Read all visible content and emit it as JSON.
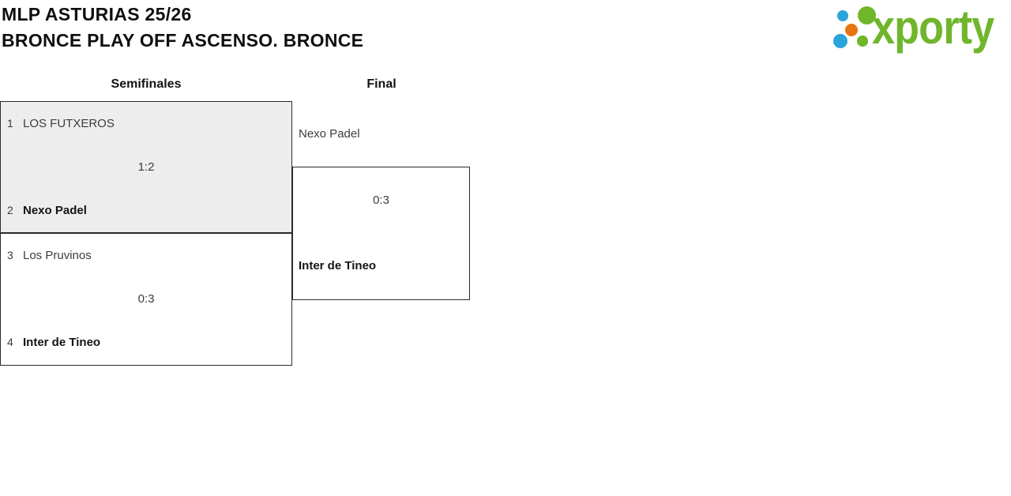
{
  "title": {
    "line1": "MLP ASTURIAS 25/26",
    "line2": "BRONCE PLAY OFF ASCENSO. BRONCE"
  },
  "logo": {
    "wordmark": "xporty",
    "colors": {
      "green": "#70b62c",
      "blue": "#2aa4db",
      "orange": "#e87511"
    }
  },
  "bracket": {
    "rounds": [
      {
        "label": "Semifinales"
      },
      {
        "label": "Final"
      }
    ],
    "matches": {
      "semi1": {
        "team1_seed": "1",
        "team1": "LOS FUTXEROS",
        "score": "1:2",
        "team2_seed": "2",
        "team2": "Nexo Padel",
        "winner": "Nexo Padel"
      },
      "semi2": {
        "team1_seed": "3",
        "team1": "Los Pruvinos",
        "score": "0:3",
        "team2_seed": "4",
        "team2": "Inter de Tineo",
        "winner": "Inter de Tineo"
      },
      "final": {
        "team1": "Nexo Padel",
        "score": "0:3",
        "team2": "Inter de Tineo",
        "winner": "Inter de Tineo"
      }
    },
    "styles": {
      "highlight_bg": "#ededed",
      "border_color": "#2b2b2b"
    }
  }
}
